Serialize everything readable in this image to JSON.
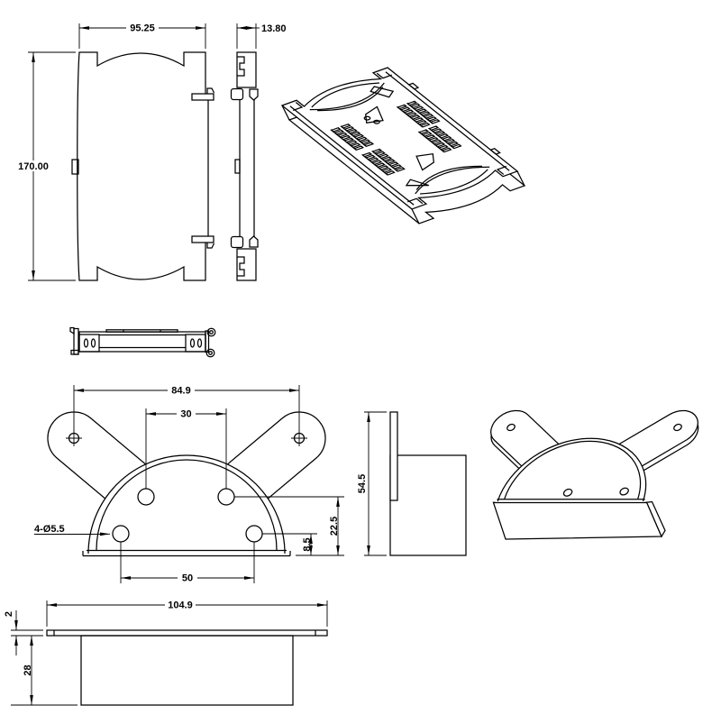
{
  "drawing": {
    "subject": "fiber-splice-tray-technical-drawing",
    "colors": {
      "background": "#ffffff",
      "line": "#000000",
      "text": "#000000"
    },
    "dims": {
      "tray_width": "95.25",
      "tray_thickness": "13.80",
      "tray_height": "170.00",
      "wing_span": "84.9",
      "upper_holes": "30",
      "hole_callout": "4-Ø5.5",
      "lower_holes": "50",
      "upper_height": "22.5",
      "lower_height": "8.5",
      "side_height": "54.5",
      "base_width": "104.9",
      "flange_thickness": "2",
      "base_depth": "28"
    }
  }
}
